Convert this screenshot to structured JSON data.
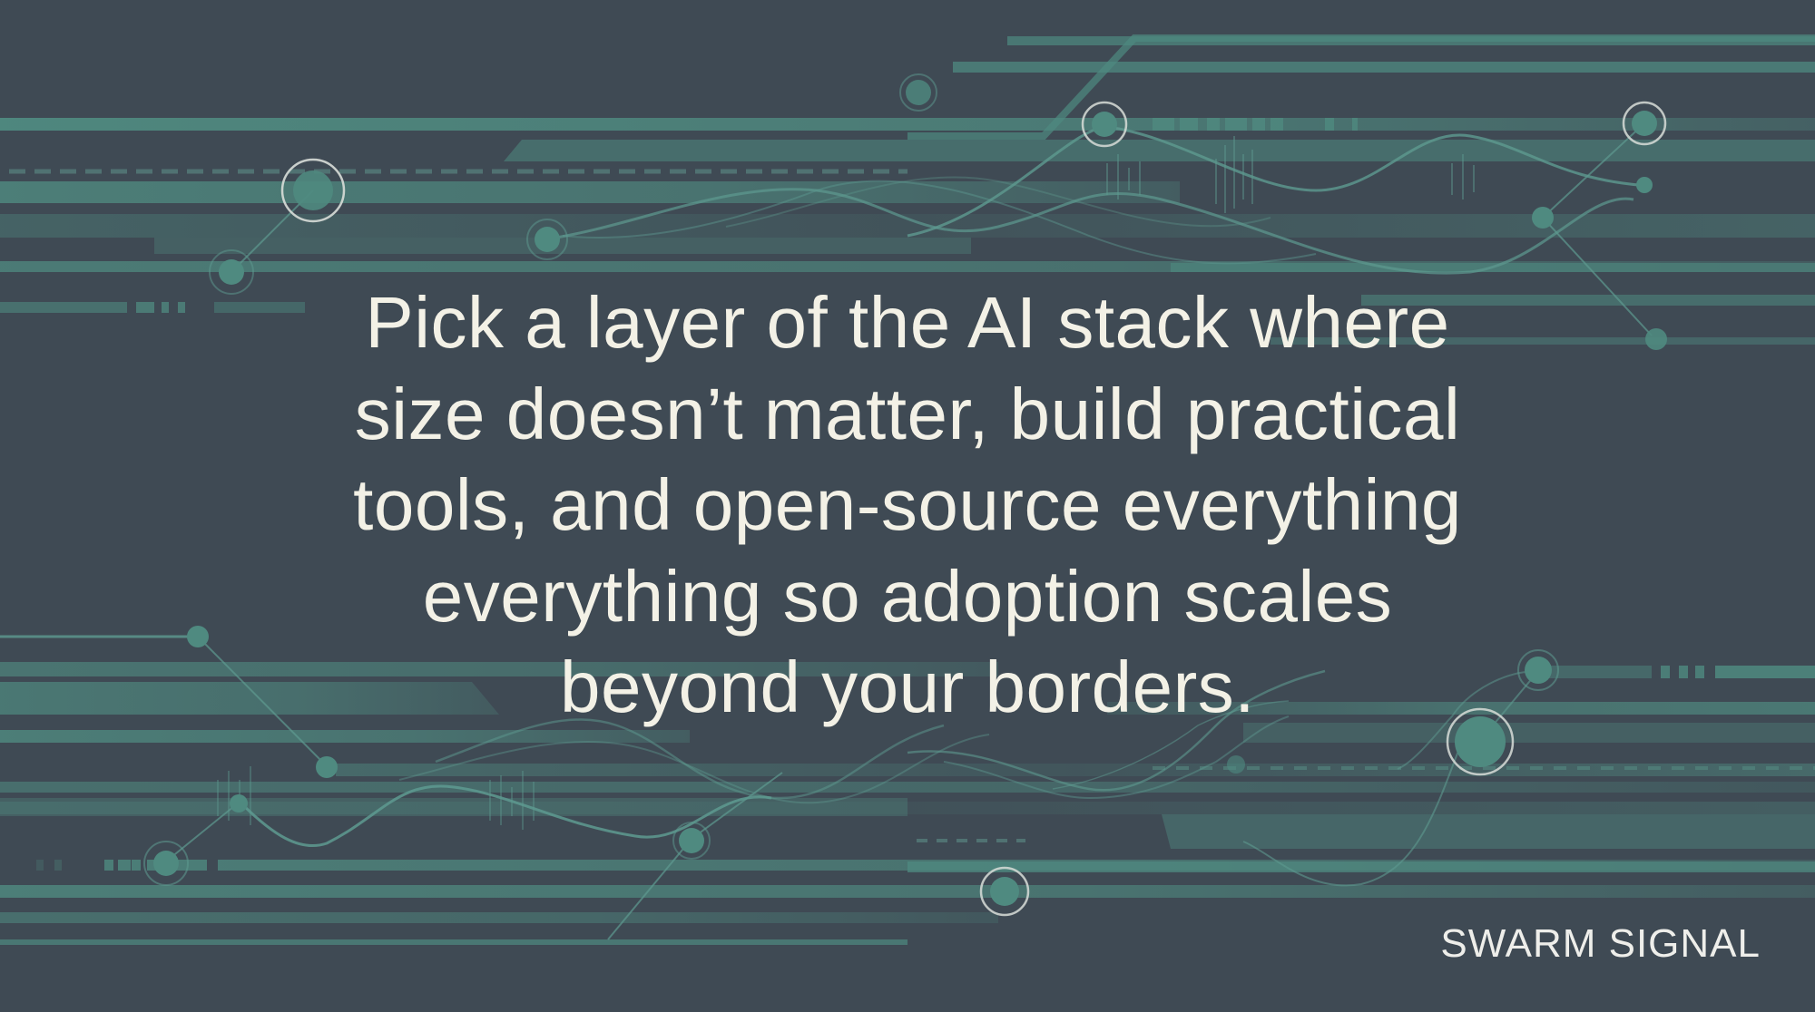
{
  "quote": {
    "lines": [
      "Pick a layer of the AI stack where",
      "size doesn’t matter, build practical",
      "tools, and open-source everything",
      "everything so adoption scales",
      "beyond your borders."
    ]
  },
  "brand": {
    "label": "SWARM SIGNAL"
  },
  "colors": {
    "background": "#3f4a54",
    "accent_teal": "#4f8a80",
    "text": "#f3f1e6"
  },
  "decoration": {
    "icon": "circuit-lines-background"
  }
}
